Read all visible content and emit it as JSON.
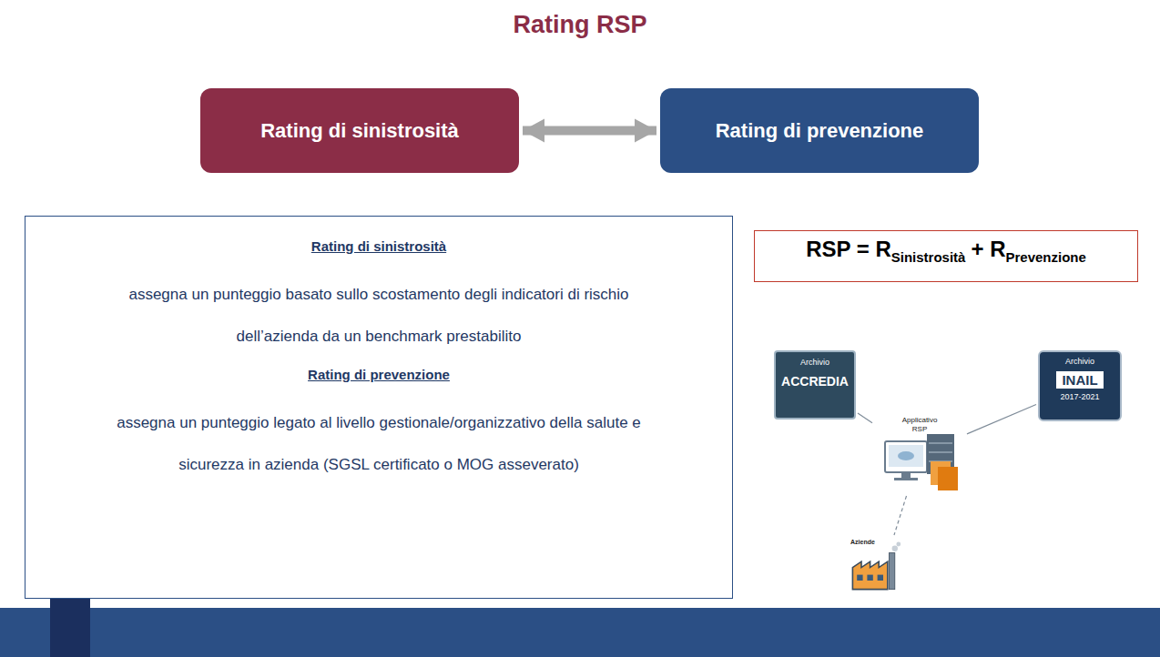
{
  "diagram": {
    "title": "Rating RSP",
    "nodes": [
      {
        "text": [
          "Rating di sinistrosità"
        ]
      },
      {
        "text": [
          "Rating di prevenzione"
        ]
      },
      {
        "text": [
          "Rating di sinistrosità",
          "assegna un punteggio basato sullo scostamento degli indicatori di rischio dell’azienda da un benchmark prestabilito",
          "Rating di prevenzione",
          "assegna un punteggio legato al livello gestionale/organizzativo della salute e sicurezza in azienda (SGSL certificato o MOG asseverato)"
        ]
      },
      {
        "text": [
          "RSP = R",
          "Sinistrosità",
          "+ R",
          "Prevenzione"
        ]
      },
      {
        "text": [
          "Archivio",
          "ACCREDIA"
        ]
      },
      {
        "text": [
          "Applicativo",
          "RSP"
        ]
      },
      {
        "text": [
          "Archivio",
          "INAIL",
          "2017-2021"
        ]
      },
      {
        "text": [
          "Aziende"
        ]
      }
    ],
    "edges": [
      {
        "from": 0,
        "to": 1,
        "arrow": "both"
      },
      {
        "from": 4,
        "to": 5,
        "arrow": "none"
      },
      {
        "from": 6,
        "to": 5,
        "arrow": "none"
      },
      {
        "from": 5,
        "to": 7,
        "arrow": "none"
      }
    ],
    "labels": [
      "INAIL"
    ]
  }
}
